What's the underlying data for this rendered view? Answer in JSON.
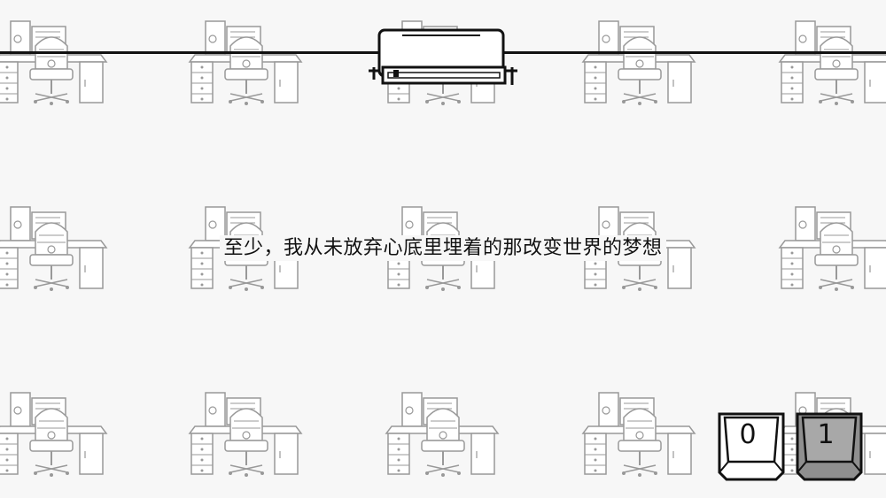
{
  "scene": {
    "background": "#f7f7f7",
    "line_color": "#999999",
    "rail_color": "#111111",
    "desk_grid": {
      "rows": 3,
      "cols": 5
    }
  },
  "subtitle": {
    "text": "至少，我从未放弃心底里埋着的那改变世界的梦想"
  },
  "keys": [
    {
      "label": "0",
      "pressed": false,
      "fill": "#ffffff"
    },
    {
      "label": "1",
      "pressed": true,
      "fill": "#a8a8a8"
    }
  ]
}
